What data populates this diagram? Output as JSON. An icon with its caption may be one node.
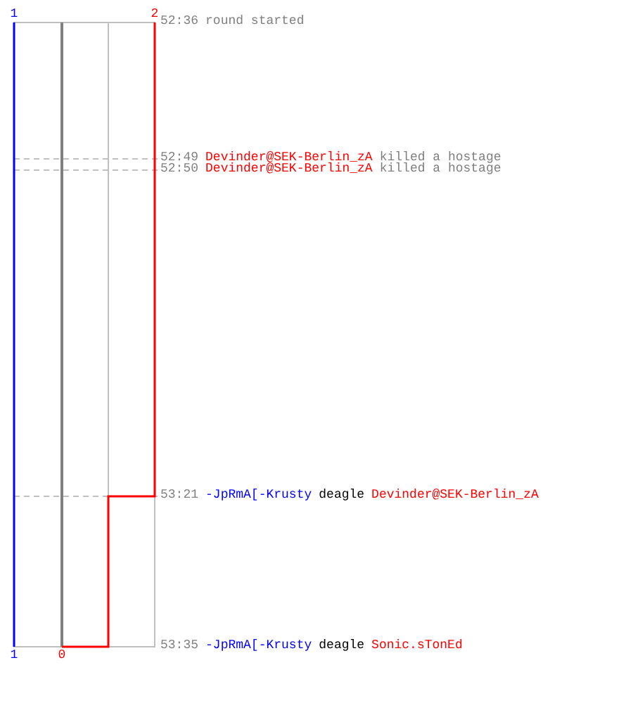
{
  "diagram": {
    "labels": [
      "1",
      "2",
      "52:36",
      "round started",
      "52:49",
      "Devinder@SEK-Berlin_zA",
      "killed a hostage",
      "52:50",
      "Devinder@SEK-Berlin_zA",
      "killed a hostage",
      "53:21",
      "-JpRmA[-Krusty",
      "deagle",
      "Devinder@SEK-Berlin_zA",
      "53:35",
      "-JpRmA[-Krusty",
      "deagle",
      "Sonic.sTonEd",
      "1",
      "0"
    ]
  }
}
